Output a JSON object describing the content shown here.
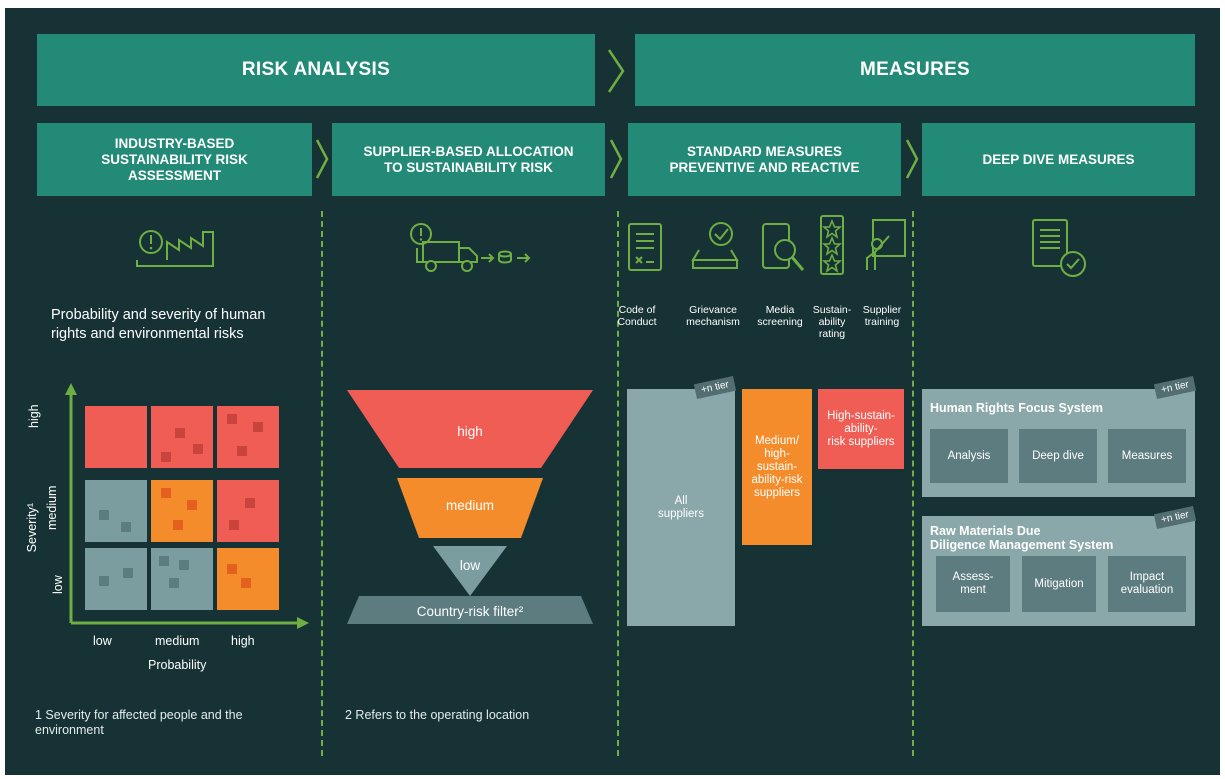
{
  "header": {
    "risk_analysis": "RISK ANALYSIS",
    "measures": "MEASURES"
  },
  "columns": {
    "industry": "INDUSTRY-BASED\nSUSTAINABILITY RISK\nASSESSMENT",
    "supplier": "SUPPLIER-BASED ALLOCATION\nTO SUSTAINABILITY RISK",
    "standard": "STANDARD MEASURES\nPREVENTIVE AND REACTIVE",
    "deep_dive": "DEEP DIVE MEASURES"
  },
  "matrix": {
    "description": "Probability and severity of human\nrights and environmental risks",
    "y_axis_label": "Severity¹",
    "y_ticks": [
      "low",
      "medium",
      "high"
    ],
    "x_ticks": [
      "low",
      "medium",
      "high"
    ],
    "x_axis_label": "Probability",
    "footnote": "1 Severity for affected people and the\n   environment"
  },
  "funnel": {
    "levels": [
      "high",
      "medium",
      "low"
    ],
    "filter": "Country-risk filter²",
    "footnote": "2 Refers to the operating location"
  },
  "standard_measures": {
    "items": [
      "Code of\nConduct",
      "Grievance\nmechanism",
      "Media\nscreening",
      "Sustain-\nability\nrating",
      "Supplier\ntraining"
    ],
    "icons": [
      "document-icon",
      "ballot-box-icon",
      "phone-search-icon",
      "rating-stars-icon",
      "training-board-icon"
    ],
    "tier_badge": "+n tier",
    "all_suppliers": "All\nsuppliers",
    "medium_high": "Medium/\nhigh-\nsustain-\nability-risk\nsuppliers",
    "high": "High-sustain-\nability-\nrisk suppliers"
  },
  "deep_dive": {
    "hr_title": "Human Rights Focus System",
    "hr_tier": "+n tier",
    "hr_steps": [
      "Analysis",
      "Deep dive",
      "Measures"
    ],
    "rm_title": "Raw Materials Due\nDiligence Management System",
    "rm_tier": "+n tier",
    "rm_steps": [
      "Assess-\nment",
      "Mitigation",
      "Impact\nevaluation"
    ]
  },
  "colors": {
    "background": "#163234",
    "header_green": "#228a76",
    "high": "#f05d54",
    "medium": "#f58c2c",
    "low": "#7c9da0",
    "accent_line": "#6fae43"
  }
}
